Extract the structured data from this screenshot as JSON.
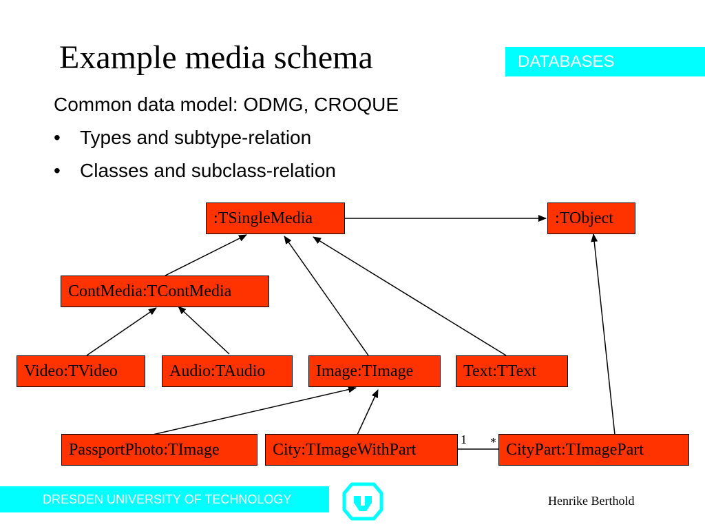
{
  "slide": {
    "title": "Example media schema",
    "badge": "DATABASES",
    "subtitle": "Common data model: ODMG, CROQUE",
    "bullets": [
      "Types and subtype-relation",
      "Classes and subclass-relation"
    ]
  },
  "diagram": {
    "nodes": {
      "tsinglemedia": ":TSingleMedia",
      "tobject": ":TObject",
      "contmedia": "ContMedia:TContMedia",
      "video": "Video:TVideo",
      "audio": "Audio:TAudio",
      "image": "Image:TImage",
      "text": "Text:TText",
      "passportphoto": "PassportPhoto:TImage",
      "city": "City:TImageWithPart",
      "citypart": "CityPart:TImagePart"
    },
    "association": {
      "left_multiplicity": "1",
      "right_multiplicity": "*"
    }
  },
  "footer": {
    "university": "DRESDEN UNIVERSITY OF TECHNOLOGY",
    "author": "Henrike Berthold",
    "logo_icon": "tu-dresden-logo-icon"
  },
  "colors": {
    "accent": "#00ffff",
    "node_fill": "#ff3300"
  }
}
